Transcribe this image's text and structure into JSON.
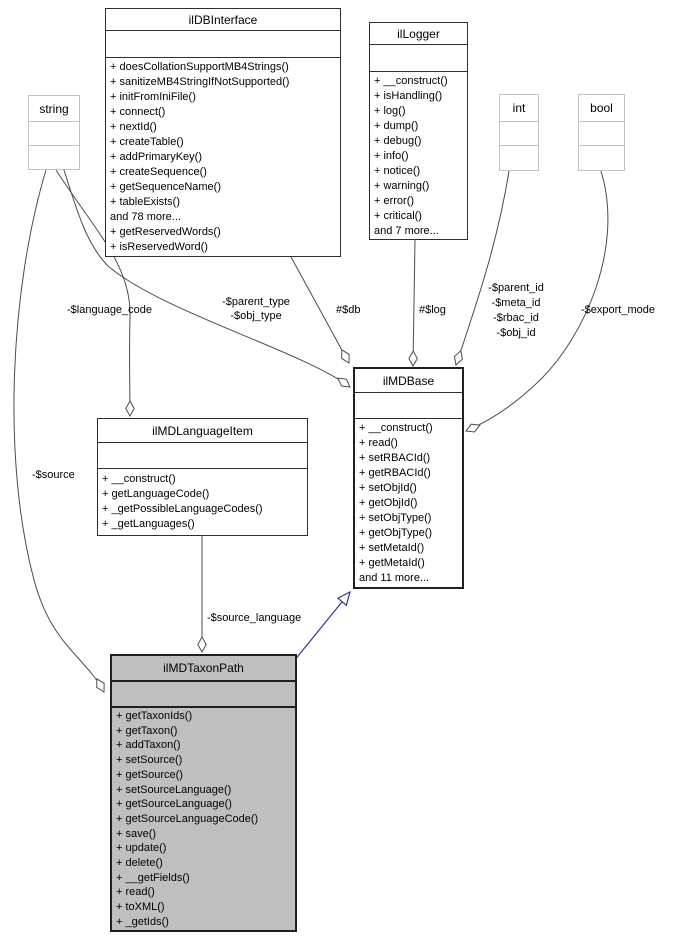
{
  "diagram": {
    "kind": "uml-collaboration-diagram",
    "colors": {
      "background": "#ffffff",
      "node_border": "#2e2e2e",
      "primitive_border": "#c3c3c3",
      "highlight_node_fill": "#bfbfbf",
      "edge": "#4c4c4c",
      "inheritance_edge": "#333399",
      "text": "#000000"
    },
    "classes": {
      "ilDBInterface": {
        "title": "ilDBInterface",
        "methods": [
          "+ doesCollationSupportMB4Strings()",
          "+ sanitizeMB4StringIfNotSupported()",
          "+ initFromIniFile()",
          "+ connect()",
          "+ nextId()",
          "+ createTable()",
          "+ addPrimaryKey()",
          "+ createSequence()",
          "+ getSequenceName()",
          "+ tableExists()",
          "and 78 more...",
          "+ getReservedWords()",
          "+ isReservedWord()"
        ]
      },
      "ilLogger": {
        "title": "ilLogger",
        "methods": [
          "+ __construct()",
          "+ isHandling()",
          "+ log()",
          "+ dump()",
          "+ debug()",
          "+ info()",
          "+ notice()",
          "+ warning()",
          "+ error()",
          "+ critical()",
          "and 7 more..."
        ]
      },
      "string": {
        "title": "string"
      },
      "int": {
        "title": "int"
      },
      "bool": {
        "title": "bool"
      },
      "ilMDBase": {
        "title": "ilMDBase",
        "methods": [
          "+ __construct()",
          "+ read()",
          "+ setRBACId()",
          "+ getRBACId()",
          "+ setObjId()",
          "+ getObjId()",
          "+ setObjType()",
          "+ getObjType()",
          "+ setMetaId()",
          "+ getMetaId()",
          "and 11 more..."
        ]
      },
      "ilMDLanguageItem": {
        "title": "ilMDLanguageItem",
        "methods": [
          "+ __construct()",
          "+ getLanguageCode()",
          "+ _getPossibleLanguageCodes()",
          "+ _getLanguages()"
        ]
      },
      "ilMDTaxonPath": {
        "title": "ilMDTaxonPath",
        "methods": [
          "+ getTaxonIds()",
          "+ getTaxon()",
          "+ addTaxon()",
          "+ setSource()",
          "+ getSource()",
          "+ setSourceLanguage()",
          "+ getSourceLanguage()",
          "+ getSourceLanguageCode()",
          "+ save()",
          "+ update()",
          "+ delete()",
          "+ __getFields()",
          "+ read()",
          "+ toXML()",
          "+ _getIds()"
        ]
      }
    },
    "edge_labels": {
      "language_code": "-$language_code",
      "parent_obj_type": [
        "-$parent_type",
        "-$obj_type"
      ],
      "db": "#$db",
      "log": "#$log",
      "int_ids": [
        "-$parent_id",
        "-$meta_id",
        "-$rbac_id",
        "-$obj_id"
      ],
      "export_mode": "-$export_mode",
      "source": "-$source",
      "source_language": "-$source_language"
    }
  }
}
